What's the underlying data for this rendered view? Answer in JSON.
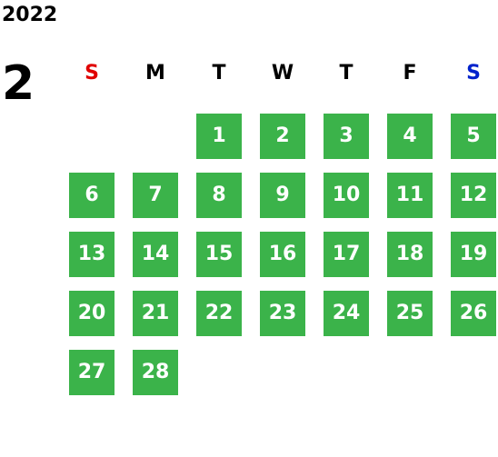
{
  "calendar": {
    "year": "2022",
    "month": "2",
    "day_color": "#3bb34a",
    "weekdays": [
      {
        "label": "S",
        "color": "#e00000"
      },
      {
        "label": "M",
        "color": "#000000"
      },
      {
        "label": "T",
        "color": "#000000"
      },
      {
        "label": "W",
        "color": "#000000"
      },
      {
        "label": "T",
        "color": "#000000"
      },
      {
        "label": "F",
        "color": "#000000"
      },
      {
        "label": "S",
        "color": "#0022cc"
      }
    ],
    "first_weekday_index": 2,
    "days": [
      "1",
      "2",
      "3",
      "4",
      "5",
      "6",
      "7",
      "8",
      "9",
      "10",
      "11",
      "12",
      "13",
      "14",
      "15",
      "16",
      "17",
      "18",
      "19",
      "20",
      "21",
      "22",
      "23",
      "24",
      "25",
      "26",
      "27",
      "28"
    ]
  }
}
